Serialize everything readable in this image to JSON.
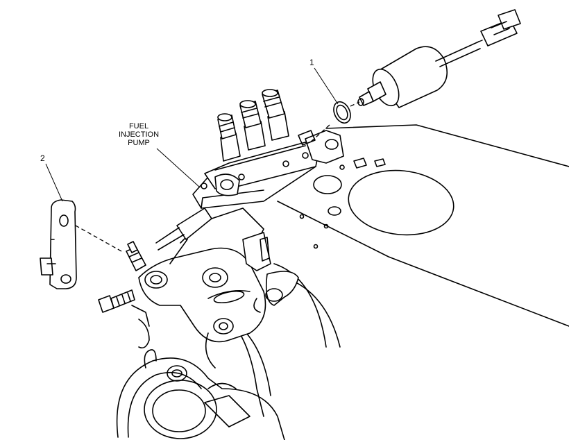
{
  "callouts": {
    "part_1": "1",
    "part_2": "2"
  },
  "labels": {
    "fuel_injection_pump": "FUEL\nINJECTION\nPUMP"
  },
  "colors": {
    "ink": "#000000",
    "paper": "#ffffff"
  }
}
